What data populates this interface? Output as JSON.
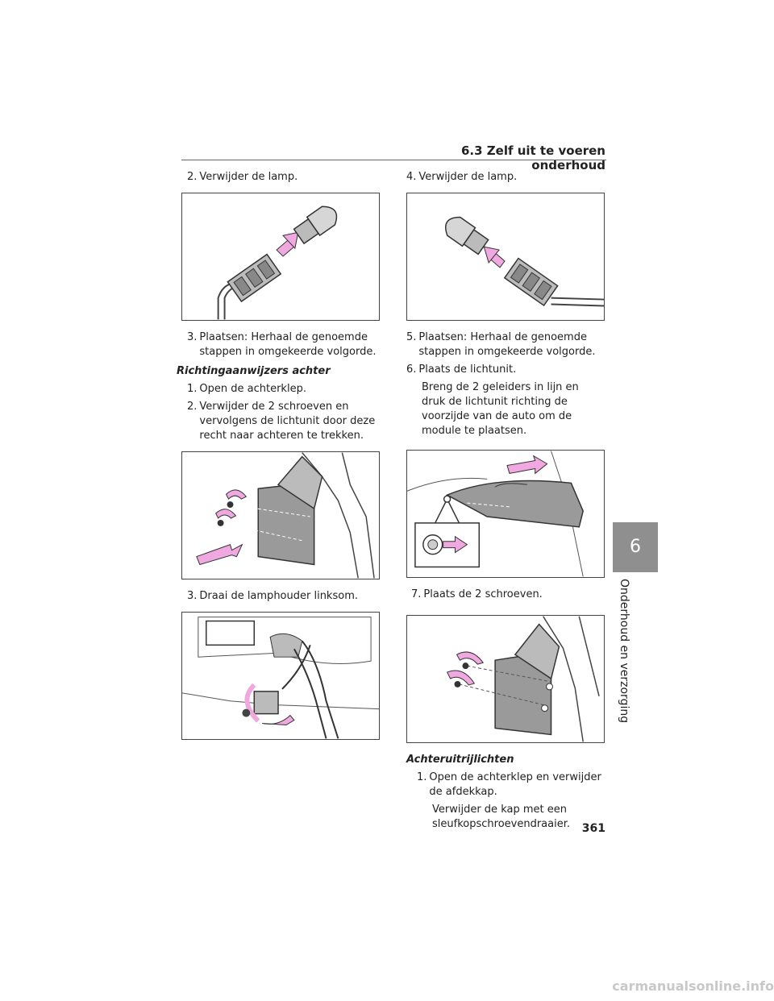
{
  "header": {
    "section": "6.3  Zelf uit te voeren onderhoud"
  },
  "chapter": {
    "number": "6",
    "title": "Onderhoud en verzorging"
  },
  "page_number": "361",
  "left_column": {
    "step_a": {
      "num": "2.",
      "text": "Verwijder de lamp."
    },
    "step_b": {
      "num": "3.",
      "text": "Plaatsen: Herhaal de genoemde stappen in omgekeerde volgorde."
    },
    "section_title": "Richtingaanwijzers achter",
    "step_c": {
      "num": "1.",
      "text": "Open de achterklep."
    },
    "step_d": {
      "num": "2.",
      "text": "Verwijder de 2 schroeven en vervolgens de lichtunit door deze recht naar achteren te trekken."
    },
    "step_e": {
      "num": "3.",
      "text": "Draai de lamphouder linksom."
    }
  },
  "right_column": {
    "step_a": {
      "num": "4.",
      "text": "Verwijder de lamp."
    },
    "step_b": {
      "num": "5.",
      "text": "Plaatsen: Herhaal de genoemde stappen in omgekeerde volgorde."
    },
    "step_c": {
      "num": "6.",
      "text": "Plaats de lichtunit."
    },
    "note_c": "Breng de 2 geleiders in lijn en druk de lichtunit richting de voorzijde van de auto om de module te plaatsen.",
    "step_d": {
      "num": "7.",
      "text": "Plaats de 2 schroeven."
    },
    "section_title": "Achteruitrijlichten",
    "step_e": {
      "num": "1.",
      "text": "Open de achterklep en verwijder de afdekkap."
    },
    "note_e": "Verwijder de kap met een sleufkopschroevendraaier."
  },
  "watermark": "carmanualsonline.info",
  "colors": {
    "arrow_pink": "#f0a8e0",
    "tab_gray": "#8f8f8f",
    "part_gray": "#9a9a9a"
  }
}
